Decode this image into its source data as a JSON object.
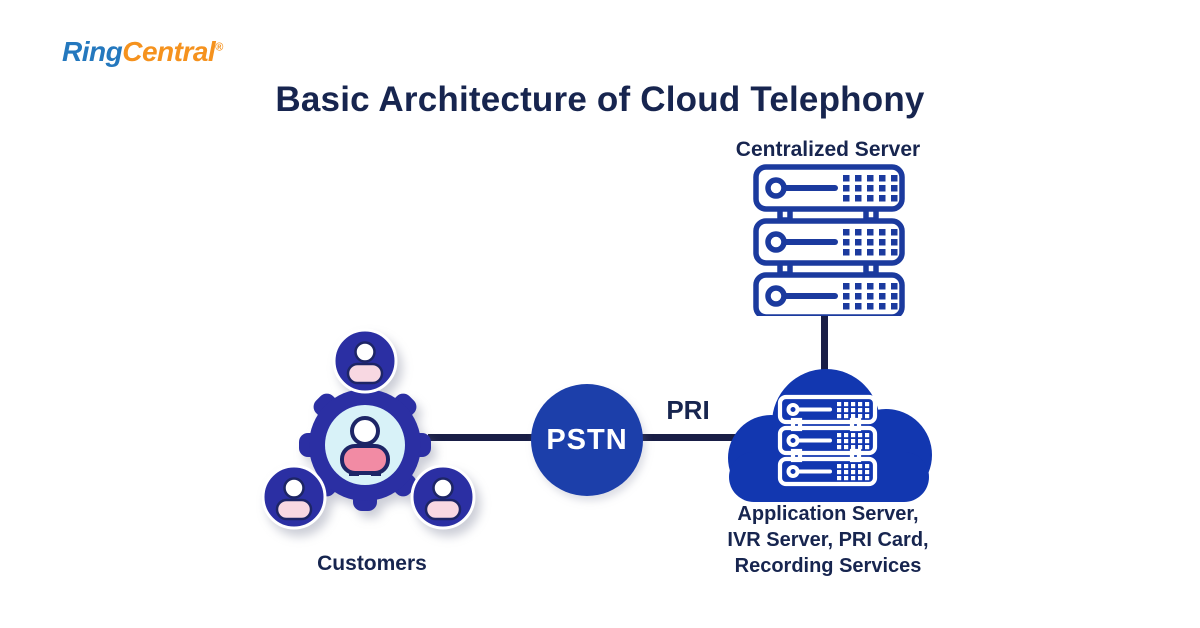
{
  "brand": {
    "ring": "Ring",
    "central": "Central",
    "registered": "®"
  },
  "title": "Basic Architecture of Cloud Telephony",
  "diagram": {
    "centralized_server_label": "Centralized Server",
    "customers_label": "Customers",
    "pstn_label": "PSTN",
    "pri_label": "PRI",
    "cloud_caption_lines": {
      "0": "Application Server,",
      "1": "IVR Server, PRI Card,",
      "2": "Recording Services"
    }
  },
  "colors": {
    "navy_text": "#17254F",
    "connector_line": "#191E46",
    "gear_blue": "#2B2FA3",
    "pstn_blue": "#1C3FAA",
    "cloud_blue": "#1237B0",
    "server_icon_blue": "#1B3A9E",
    "person_pink": "#F28BA4",
    "person_pink_light": "#F8D8E2",
    "gear_center_bg": "#D8F2F8",
    "logo_blue": "#2478BE",
    "logo_orange": "#F5921E"
  }
}
